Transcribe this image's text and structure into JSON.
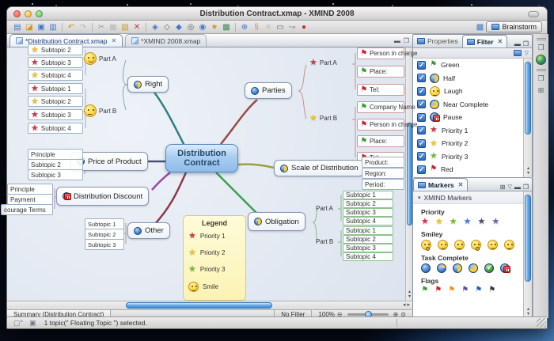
{
  "window": {
    "title": "Distribution Contract.xmap - XMIND 2008"
  },
  "toolbar": {
    "brainstorm_label": "Brainstorm",
    "icons": [
      "new",
      "open",
      "save",
      "print",
      "undo",
      "redo",
      "cut",
      "copy",
      "paste",
      "delete",
      "insert-topic",
      "insert-subtopic",
      "insert-topic-before",
      "insert-parent-topic",
      "insert-floating-topic",
      "marker",
      "image",
      "hyperlink",
      "attachment",
      "notes",
      "boundary",
      "relationship",
      "audio-notes"
    ]
  },
  "tabs": {
    "tab1": "*Distribution Contract.xmap",
    "tab2": "*XMIND 2008.xmap"
  },
  "map": {
    "central": {
      "line1": "Distribution",
      "line2": "Contract"
    },
    "right": {
      "label": "Right",
      "part_a": "Part A",
      "part_b": "Part B",
      "subtopics": [
        {
          "label": "Subtopic 2",
          "star": "yellow"
        },
        {
          "label": "Subtopic 3",
          "star": "red"
        },
        {
          "label": "Subtopic 4",
          "star": "yellow"
        },
        {
          "label": "Subtopic 1",
          "star": "red"
        },
        {
          "label": "Subtopic 2",
          "star": "yellow"
        },
        {
          "label": "Subtopic 3",
          "star": "red"
        },
        {
          "label": "Subtopic 4",
          "star": "red"
        }
      ]
    },
    "parties": {
      "label": "Parties",
      "part_a": "Part A",
      "part_b": "Part B",
      "children": [
        {
          "label": "Person in charge",
          "flag": "red"
        },
        {
          "label": "Place:",
          "flag": "green"
        },
        {
          "label": "Tel:",
          "flag": "red"
        },
        {
          "label": "Company Name",
          "flag": "green"
        },
        {
          "label": "Person in charge",
          "flag": "red"
        },
        {
          "label": "Place:",
          "flag": "green"
        },
        {
          "label": "Tel:",
          "flag": "red"
        }
      ]
    },
    "scale": {
      "label": "Scale of Distribution",
      "children": [
        {
          "label": "Product:"
        },
        {
          "label": "Region:"
        },
        {
          "label": "Period:"
        }
      ]
    },
    "price": {
      "label": "Price of Product",
      "children": [
        {
          "label": "Principle"
        },
        {
          "label": "Subtopic 2"
        },
        {
          "label": "Subtopic 3"
        }
      ]
    },
    "discount": {
      "label": "Distribution Discount",
      "children": [
        {
          "label": "Principle"
        },
        {
          "label": "Payment"
        },
        {
          "label": "courage Terms"
        }
      ]
    },
    "other": {
      "label": "Other",
      "children": [
        {
          "label": "Subtopic 1"
        },
        {
          "label": "Subtopic 2"
        },
        {
          "label": "Subtopic 3"
        }
      ]
    },
    "obligation": {
      "label": "Obligation",
      "part_a": "Part A",
      "part_b": "Part B",
      "a_children": [
        {
          "label": "Subtopic 1"
        },
        {
          "label": "Subtopic 2"
        },
        {
          "label": "Subtopic 3"
        },
        {
          "label": "Subtopic 4"
        }
      ],
      "b_children": [
        {
          "label": "Subtopic 1"
        },
        {
          "label": "Subtopic 2"
        },
        {
          "label": "Subtopic 3"
        },
        {
          "label": "Subtopic 4"
        }
      ]
    },
    "legend": {
      "title": "Legend",
      "items": [
        {
          "label": "Priority 1",
          "icon": "star-red"
        },
        {
          "label": "Priority 2",
          "icon": "star-yellow"
        },
        {
          "label": "Priority 3",
          "icon": "star-green"
        },
        {
          "label": "Smile",
          "icon": "smiley"
        }
      ]
    }
  },
  "filter_panel": {
    "tab_properties": "Properties",
    "tab_filter": "Filter",
    "items": [
      {
        "label": "Green",
        "icon": "flag-green"
      },
      {
        "label": "Half",
        "icon": "task-half"
      },
      {
        "label": "Laugh",
        "icon": "smiley-laugh"
      },
      {
        "label": "Near Complete",
        "icon": "task-near-complete"
      },
      {
        "label": "Pause",
        "icon": "task-pause"
      },
      {
        "label": "Priority 1",
        "icon": "star-red"
      },
      {
        "label": "Priority 2",
        "icon": "star-yellow"
      },
      {
        "label": "Priority 3",
        "icon": "star-green"
      },
      {
        "label": "Red",
        "icon": "flag-red"
      }
    ]
  },
  "markers_panel": {
    "tab": "Markers",
    "group": "XMIND Markers",
    "sections": [
      {
        "title": "Priority",
        "icons": [
          "star-red",
          "star-yellow",
          "star-green",
          "star-blue",
          "star-black",
          "star-purple"
        ]
      },
      {
        "title": "Smiley",
        "icons": [
          "smiley-surprise",
          "smiley-laugh",
          "smiley-cool",
          "smiley-cry",
          "smiley-smile",
          "smiley-boring"
        ]
      },
      {
        "title": "Task Complete",
        "icons": [
          "task-start",
          "task-quarter",
          "task-half",
          "task-three-quarter",
          "task-done",
          "task-pause"
        ]
      },
      {
        "title": "Flags",
        "icons": [
          "flag-green",
          "flag-red",
          "flag-orange",
          "flag-purple",
          "flag-blue",
          "flag-black"
        ]
      }
    ]
  },
  "bottombar": {
    "summary_tab": "Summary (Distribution  Contract)",
    "filter_status": "No Filter",
    "zoom_level": "100%"
  },
  "statusbar": {
    "message": "1 topic(\" Floating Topic \") selected."
  }
}
